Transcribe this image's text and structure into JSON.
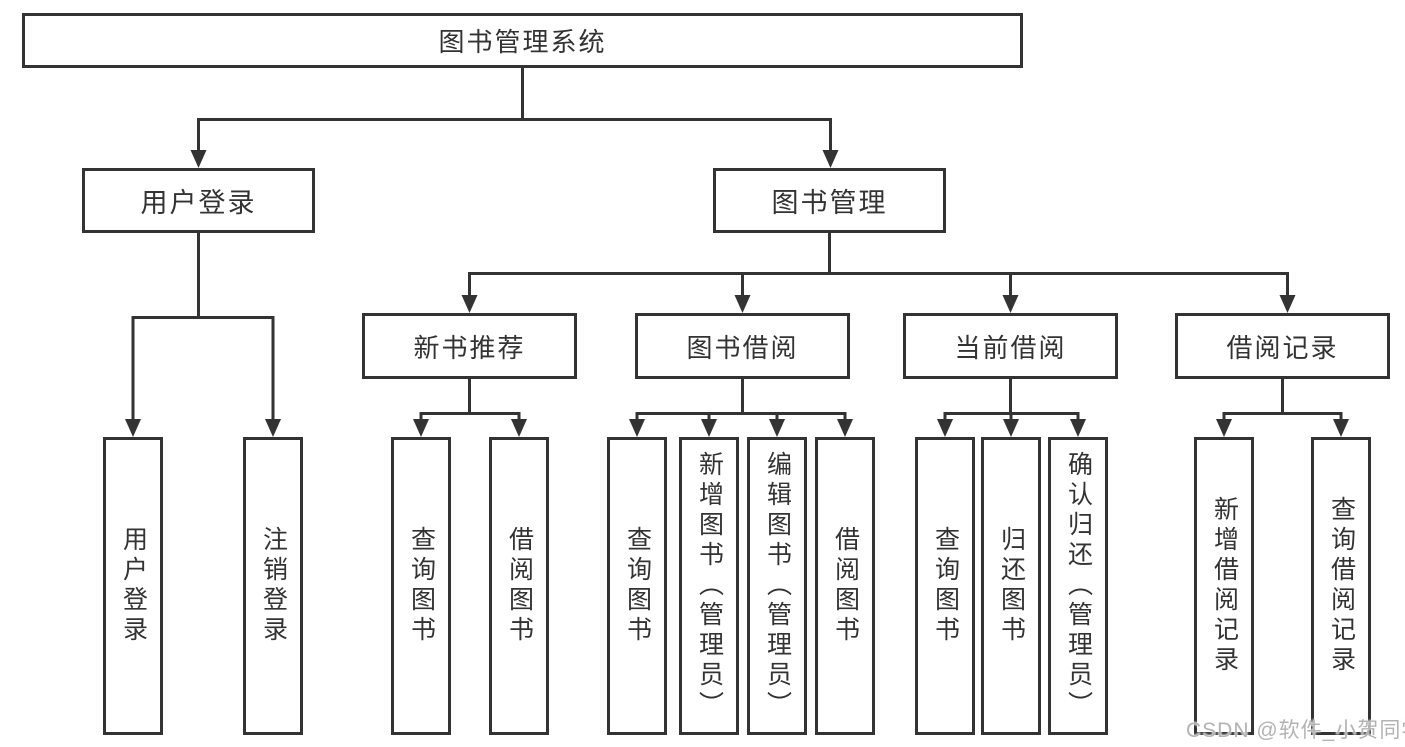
{
  "diagram": {
    "root": {
      "label": "图书管理系统"
    },
    "level2": [
      {
        "label": "用户登录"
      },
      {
        "label": "图书管理"
      }
    ],
    "level3": [
      {
        "label": "新书推荐"
      },
      {
        "label": "图书借阅"
      },
      {
        "label": "当前借阅"
      },
      {
        "label": "借阅记录"
      }
    ],
    "leaves": {
      "user": [
        {
          "label": "用户登录"
        },
        {
          "label": "注销登录"
        }
      ],
      "recommend": [
        {
          "label": "查询图书"
        },
        {
          "label": "借阅图书"
        }
      ],
      "borrow": [
        {
          "label": "查询图书"
        },
        {
          "label": "新增图书（管理员）"
        },
        {
          "label": "编辑图书（管理员）"
        },
        {
          "label": "借阅图书"
        }
      ],
      "current": [
        {
          "label": "查询图书"
        },
        {
          "label": "归还图书"
        },
        {
          "label": "确认归还（管理员）"
        }
      ],
      "records": [
        {
          "label": "新增借阅记录"
        },
        {
          "label": "查询借阅记录"
        }
      ]
    }
  },
  "watermark": {
    "text": "CSDN @软件_小贺同学"
  },
  "colors": {
    "line": "#333333",
    "text": "#333333",
    "box_background": "#ffffff",
    "page_background": "#ffffff",
    "watermark": "#b3b3b3"
  }
}
